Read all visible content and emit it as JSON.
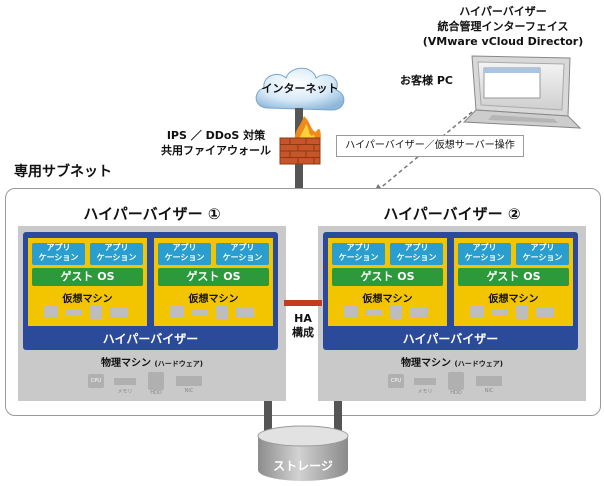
{
  "console": {
    "title_line1": "ハイパーバイザー",
    "title_line2": "統合管理インターフェイス",
    "title_line3": "(VMware vCloud Director)"
  },
  "customer_pc": {
    "label": "お客様 PC"
  },
  "internet": {
    "label": "インターネット"
  },
  "firewall": {
    "line1": "IPS ／ DDoS 対策",
    "line2": "共用ファイアウォール"
  },
  "operation": {
    "label": "ハイパーバイザー／仮想サーバー操作"
  },
  "subnet": {
    "label": "専用サブネット"
  },
  "hosts": [
    {
      "title": "ハイパーバイザー ①",
      "vms": [
        {
          "apps": [
            "アプリ\nケーション",
            "アプリ\nケーション"
          ],
          "os": "ゲスト OS",
          "label": "仮想マシン"
        },
        {
          "apps": [
            "アプリ\nケーション",
            "アプリ\nケーション"
          ],
          "os": "ゲスト OS",
          "label": "仮想マシン"
        }
      ],
      "hypervisor": "ハイパーバイザー",
      "physical": "物理マシン",
      "physical_sub": "(ハードウェア)",
      "hw": [
        "CPU",
        "メモリ",
        "HDD",
        "NIC"
      ]
    },
    {
      "title": "ハイパーバイザー ②",
      "vms": [
        {
          "apps": [
            "アプリ\nケーション",
            "アプリ\nケーション"
          ],
          "os": "ゲスト OS",
          "label": "仮想マシン"
        },
        {
          "apps": [
            "アプリ\nケーション",
            "アプリ\nケーション"
          ],
          "os": "ゲスト OS",
          "label": "仮想マシン"
        }
      ],
      "hypervisor": "ハイパーバイザー",
      "physical": "物理マシン",
      "physical_sub": "(ハードウェア)",
      "hw": [
        "CPU",
        "メモリ",
        "HDD",
        "NIC"
      ]
    }
  ],
  "ha": {
    "line1": "HA",
    "line2": "構成"
  },
  "storage": {
    "label": "ストレージ"
  },
  "colors": {
    "hypervisor": "#2b4a99",
    "vm": "#f3c400",
    "app": "#2a9ecf",
    "guest_os": "#2c9a3b",
    "ha_link": "#c43c1e",
    "host_bg": "#c9c9c9"
  }
}
